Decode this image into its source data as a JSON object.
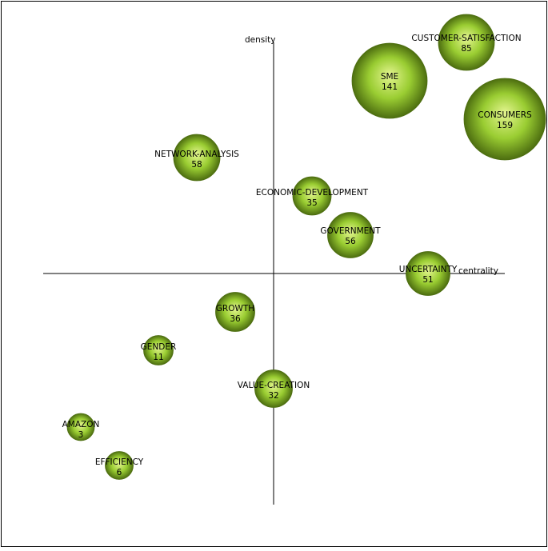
{
  "chart_data": {
    "type": "scatter",
    "xlabel": "centrality",
    "ylabel": "density",
    "bubble_color": "#9acd32",
    "bubble_dark": "#4d6e10",
    "bubble_light": "#e4f590",
    "points": [
      {
        "name": "CUSTOMER-SATISFACTION",
        "value": "85"
      },
      {
        "name": "SME",
        "value": "141"
      },
      {
        "name": "CONSUMERS",
        "value": "159"
      },
      {
        "name": "NETWORK-ANALYSIS",
        "value": "58"
      },
      {
        "name": "ECONOMIC-DEVELOPMENT",
        "value": "35"
      },
      {
        "name": "GOVERNMENT",
        "value": "56"
      },
      {
        "name": "UNCERTAINTY",
        "value": "51"
      },
      {
        "name": "GROWTH",
        "value": "36"
      },
      {
        "name": "GENDER",
        "value": "11"
      },
      {
        "name": "VALUE-CREATION",
        "value": "32"
      },
      {
        "name": "AMAZON",
        "value": "3"
      },
      {
        "name": "EFFICIENCY",
        "value": "6"
      }
    ]
  }
}
